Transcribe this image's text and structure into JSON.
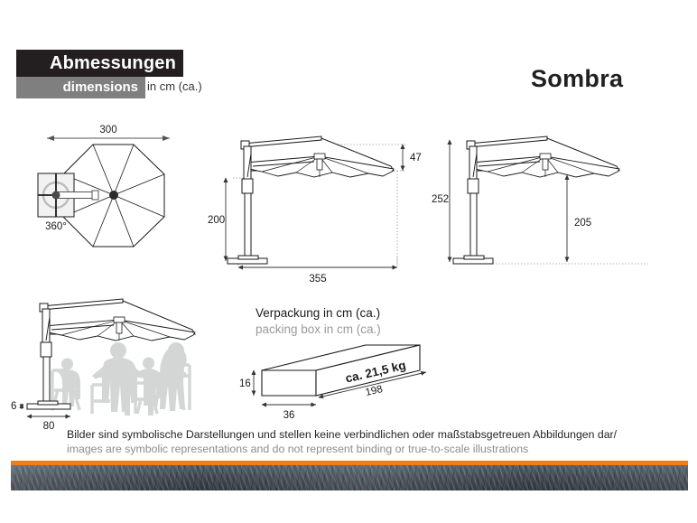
{
  "header": {
    "title_de": "Abmessungen",
    "title_en": "dimensions",
    "unit_note": "in cm (ca.)"
  },
  "product": {
    "name": "Sombra"
  },
  "views": {
    "top_view": {
      "name": "top-view-octagon",
      "width_label": "300",
      "rotation_label": "360°"
    },
    "side_view_left": {
      "name": "side-view-dimensions",
      "height_label": "200",
      "reach_label": "355",
      "canopy_height_label": "47"
    },
    "side_view_right": {
      "name": "side-view-clearance",
      "total_height_label": "252",
      "clearance_label": "205"
    },
    "scene_view": {
      "name": "scene-view-base",
      "base_thickness_label": "6",
      "base_width_label": "80"
    }
  },
  "packaging": {
    "title_de": "Verpackung in cm (ca.)",
    "title_en": "packing box in cm (ca.)",
    "height_label": "16",
    "width_label": "36",
    "length_label": "198",
    "weight_label": "ca. 21,5 kg"
  },
  "footer": {
    "disclaimer_de": "Bilder sind symbolische Darstellungen und stellen keine verbindlichen oder maßstabsgetreuen Abbildungen dar/",
    "disclaimer_en": "images are symbolic representations and do not represent binding or true-to-scale illustrations"
  },
  "colors": {
    "header_dark": "#231f20",
    "header_gray": "#7f7f7f",
    "accent_orange": "#f07d18",
    "band_stone": "#4c555e",
    "silhouette_gray": "#d4d6d6"
  }
}
